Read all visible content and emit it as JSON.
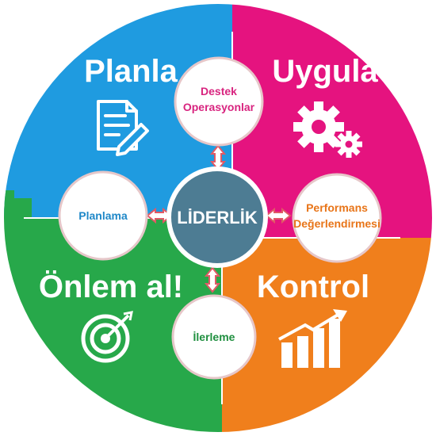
{
  "center": {
    "label": "LİDERLİK"
  },
  "quadrants": [
    {
      "id": "plan",
      "title": "Planla",
      "color": "#1f9be0",
      "icon": "document-pencil-icon"
    },
    {
      "id": "do",
      "title": "Uygula",
      "color": "#e5137f",
      "icon": "gears-icon"
    },
    {
      "id": "check",
      "title": "Kontrol",
      "color": "#f07f1c",
      "icon": "bar-chart-arrow-icon"
    },
    {
      "id": "act",
      "title": "Önlem al!",
      "color": "#27a84a",
      "icon": "target-icon"
    }
  ],
  "satellites": {
    "top": {
      "lines": [
        "Destek",
        "Operasyonlar"
      ],
      "color": "#d8247f"
    },
    "left": {
      "lines": [
        "Planlama"
      ],
      "color": "#1f88c8"
    },
    "right": {
      "lines": [
        "Performans",
        "Değerlendirmesi"
      ],
      "color": "#e87519"
    },
    "bottom": {
      "lines": [
        "İlerleme"
      ],
      "color": "#1f8f3f"
    }
  },
  "colors": {
    "hub": "#4d7c93",
    "hub_ring": "#ffffff",
    "satellite_border": "#e6c7c9",
    "arrow": "#e05a66"
  }
}
